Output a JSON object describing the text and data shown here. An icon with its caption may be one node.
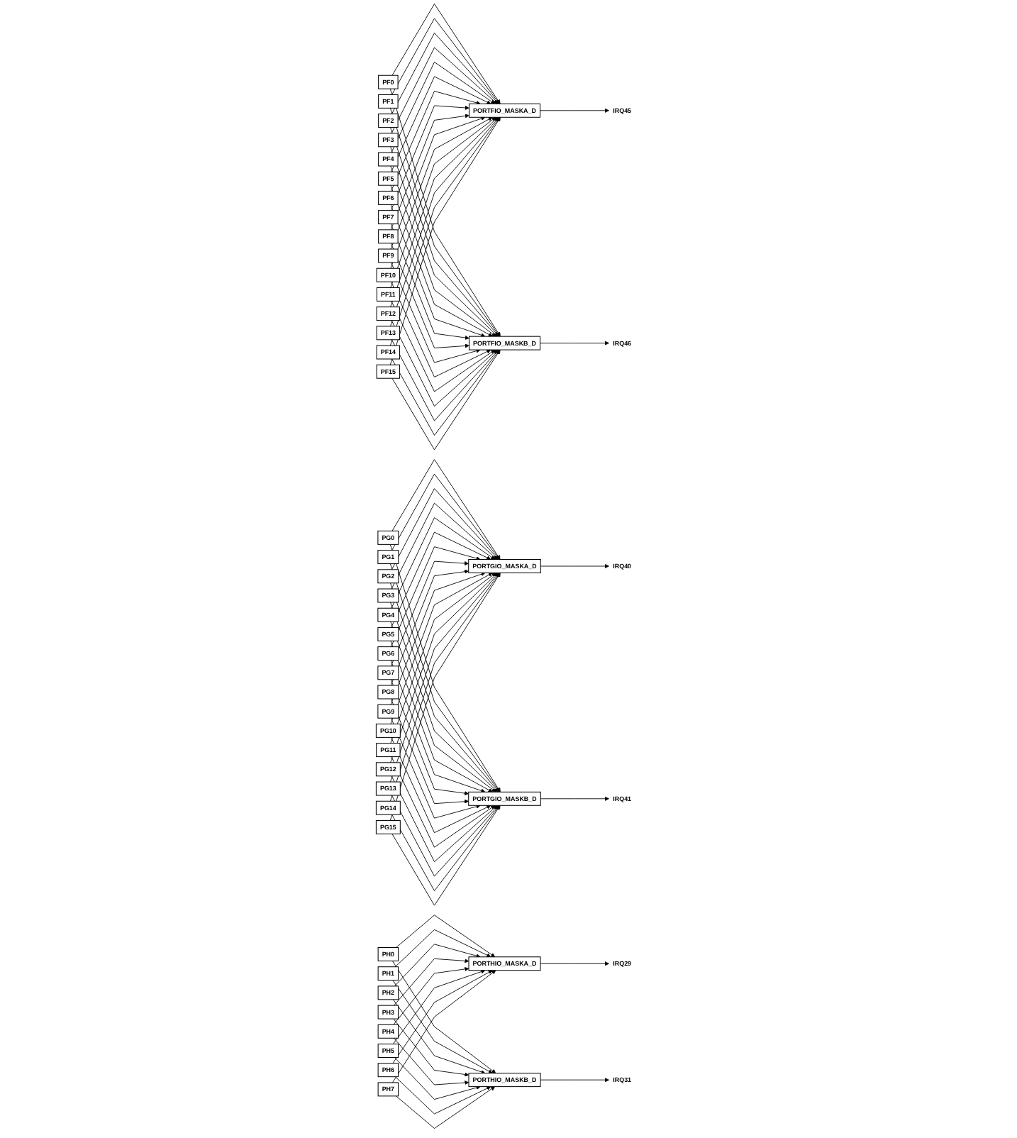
{
  "diagram": {
    "nodes": [
      {
        "text": [
          "PORTFIO_MASKA_D"
        ]
      },
      {
        "text": [
          "IRQ45"
        ]
      },
      {
        "text": [
          "PF0"
        ]
      },
      {
        "text": [
          "PF1"
        ]
      },
      {
        "text": [
          "PF2"
        ]
      },
      {
        "text": [
          "PF3"
        ]
      },
      {
        "text": [
          "PF4"
        ]
      },
      {
        "text": [
          "PF5"
        ]
      },
      {
        "text": [
          "PF6"
        ]
      },
      {
        "text": [
          "PF7"
        ]
      },
      {
        "text": [
          "PF8"
        ]
      },
      {
        "text": [
          "PF9"
        ]
      },
      {
        "text": [
          "PF10"
        ]
      },
      {
        "text": [
          "PF11"
        ]
      },
      {
        "text": [
          "PF12"
        ]
      },
      {
        "text": [
          "PF13"
        ]
      },
      {
        "text": [
          "PF14"
        ]
      },
      {
        "text": [
          "PF15"
        ]
      },
      {
        "text": [
          "PORTFIO_MASKB_D"
        ]
      },
      {
        "text": [
          "IRQ46"
        ]
      },
      {
        "text": [
          "PORTGIO_MASKA_D"
        ]
      },
      {
        "text": [
          "IRQ40"
        ]
      },
      {
        "text": [
          "PG0"
        ]
      },
      {
        "text": [
          "PG1"
        ]
      },
      {
        "text": [
          "PG2"
        ]
      },
      {
        "text": [
          "PG3"
        ]
      },
      {
        "text": [
          "PG4"
        ]
      },
      {
        "text": [
          "PG5"
        ]
      },
      {
        "text": [
          "PG6"
        ]
      },
      {
        "text": [
          "PG7"
        ]
      },
      {
        "text": [
          "PG8"
        ]
      },
      {
        "text": [
          "PG9"
        ]
      },
      {
        "text": [
          "PG10"
        ]
      },
      {
        "text": [
          "PG11"
        ]
      },
      {
        "text": [
          "PG12"
        ]
      },
      {
        "text": [
          "PG13"
        ]
      },
      {
        "text": [
          "PG14"
        ]
      },
      {
        "text": [
          "PG15"
        ]
      },
      {
        "text": [
          "PORTGIO_MASKB_D"
        ]
      },
      {
        "text": [
          "IRQ41"
        ]
      },
      {
        "text": [
          "PORTHIO_MASKA_D"
        ]
      },
      {
        "text": [
          "IRQ29"
        ]
      },
      {
        "text": [
          "PH0"
        ]
      },
      {
        "text": [
          "PH1"
        ]
      },
      {
        "text": [
          "PH2"
        ]
      },
      {
        "text": [
          "PH3"
        ]
      },
      {
        "text": [
          "PH4"
        ]
      },
      {
        "text": [
          "PH5"
        ]
      },
      {
        "text": [
          "PH6"
        ]
      },
      {
        "text": [
          "PH7"
        ]
      },
      {
        "text": [
          "PORTHIO_MASKB_D"
        ]
      },
      {
        "text": [
          "IRQ31"
        ]
      }
    ],
    "edges": [
      {
        "from": 0,
        "to": 1,
        "arrow": "to"
      },
      {
        "from": 2,
        "to": 0,
        "arrow": "to"
      },
      {
        "from": 2,
        "to": 18,
        "arrow": "to"
      },
      {
        "from": 3,
        "to": 0,
        "arrow": "to"
      },
      {
        "from": 3,
        "to": 18,
        "arrow": "to"
      },
      {
        "from": 4,
        "to": 0,
        "arrow": "to"
      },
      {
        "from": 4,
        "to": 18,
        "arrow": "to"
      },
      {
        "from": 5,
        "to": 0,
        "arrow": "to"
      },
      {
        "from": 5,
        "to": 18,
        "arrow": "to"
      },
      {
        "from": 6,
        "to": 0,
        "arrow": "to"
      },
      {
        "from": 6,
        "to": 18,
        "arrow": "to"
      },
      {
        "from": 7,
        "to": 0,
        "arrow": "to"
      },
      {
        "from": 7,
        "to": 18,
        "arrow": "to"
      },
      {
        "from": 8,
        "to": 0,
        "arrow": "to"
      },
      {
        "from": 8,
        "to": 18,
        "arrow": "to"
      },
      {
        "from": 9,
        "to": 0,
        "arrow": "to"
      },
      {
        "from": 9,
        "to": 18,
        "arrow": "to"
      },
      {
        "from": 10,
        "to": 0,
        "arrow": "to"
      },
      {
        "from": 10,
        "to": 18,
        "arrow": "to"
      },
      {
        "from": 11,
        "to": 0,
        "arrow": "to"
      },
      {
        "from": 11,
        "to": 18,
        "arrow": "to"
      },
      {
        "from": 12,
        "to": 0,
        "arrow": "to"
      },
      {
        "from": 12,
        "to": 18,
        "arrow": "to"
      },
      {
        "from": 13,
        "to": 0,
        "arrow": "to"
      },
      {
        "from": 13,
        "to": 18,
        "arrow": "to"
      },
      {
        "from": 14,
        "to": 0,
        "arrow": "to"
      },
      {
        "from": 14,
        "to": 18,
        "arrow": "to"
      },
      {
        "from": 15,
        "to": 0,
        "arrow": "to"
      },
      {
        "from": 15,
        "to": 18,
        "arrow": "to"
      },
      {
        "from": 16,
        "to": 0,
        "arrow": "to"
      },
      {
        "from": 16,
        "to": 18,
        "arrow": "to"
      },
      {
        "from": 17,
        "to": 0,
        "arrow": "to"
      },
      {
        "from": 17,
        "to": 18,
        "arrow": "to"
      },
      {
        "from": 18,
        "to": 19,
        "arrow": "to"
      },
      {
        "from": 20,
        "to": 21,
        "arrow": "to"
      },
      {
        "from": 22,
        "to": 20,
        "arrow": "to"
      },
      {
        "from": 22,
        "to": 38,
        "arrow": "to"
      },
      {
        "from": 23,
        "to": 20,
        "arrow": "to"
      },
      {
        "from": 23,
        "to": 38,
        "arrow": "to"
      },
      {
        "from": 24,
        "to": 20,
        "arrow": "to"
      },
      {
        "from": 24,
        "to": 38,
        "arrow": "to"
      },
      {
        "from": 25,
        "to": 20,
        "arrow": "to"
      },
      {
        "from": 25,
        "to": 38,
        "arrow": "to"
      },
      {
        "from": 26,
        "to": 20,
        "arrow": "to"
      },
      {
        "from": 26,
        "to": 38,
        "arrow": "to"
      },
      {
        "from": 27,
        "to": 20,
        "arrow": "to"
      },
      {
        "from": 27,
        "to": 38,
        "arrow": "to"
      },
      {
        "from": 28,
        "to": 20,
        "arrow": "to"
      },
      {
        "from": 28,
        "to": 38,
        "arrow": "to"
      },
      {
        "from": 29,
        "to": 20,
        "arrow": "to"
      },
      {
        "from": 29,
        "to": 38,
        "arrow": "to"
      },
      {
        "from": 30,
        "to": 20,
        "arrow": "to"
      },
      {
        "from": 30,
        "to": 38,
        "arrow": "to"
      },
      {
        "from": 31,
        "to": 20,
        "arrow": "to"
      },
      {
        "from": 31,
        "to": 38,
        "arrow": "to"
      },
      {
        "from": 32,
        "to": 20,
        "arrow": "to"
      },
      {
        "from": 32,
        "to": 38,
        "arrow": "to"
      },
      {
        "from": 33,
        "to": 20,
        "arrow": "to"
      },
      {
        "from": 33,
        "to": 38,
        "arrow": "to"
      },
      {
        "from": 34,
        "to": 20,
        "arrow": "to"
      },
      {
        "from": 34,
        "to": 38,
        "arrow": "to"
      },
      {
        "from": 35,
        "to": 20,
        "arrow": "to"
      },
      {
        "from": 35,
        "to": 38,
        "arrow": "to"
      },
      {
        "from": 36,
        "to": 20,
        "arrow": "to"
      },
      {
        "from": 36,
        "to": 38,
        "arrow": "to"
      },
      {
        "from": 37,
        "to": 20,
        "arrow": "to"
      },
      {
        "from": 37,
        "to": 38,
        "arrow": "to"
      },
      {
        "from": 38,
        "to": 39,
        "arrow": "to"
      },
      {
        "from": 40,
        "to": 41,
        "arrow": "to"
      },
      {
        "from": 42,
        "to": 40,
        "arrow": "to"
      },
      {
        "from": 42,
        "to": 50,
        "arrow": "to"
      },
      {
        "from": 43,
        "to": 40,
        "arrow": "to"
      },
      {
        "from": 43,
        "to": 50,
        "arrow": "to"
      },
      {
        "from": 44,
        "to": 40,
        "arrow": "to"
      },
      {
        "from": 44,
        "to": 50,
        "arrow": "to"
      },
      {
        "from": 45,
        "to": 40,
        "arrow": "to"
      },
      {
        "from": 45,
        "to": 50,
        "arrow": "to"
      },
      {
        "from": 46,
        "to": 40,
        "arrow": "to"
      },
      {
        "from": 46,
        "to": 50,
        "arrow": "to"
      },
      {
        "from": 47,
        "to": 40,
        "arrow": "to"
      },
      {
        "from": 47,
        "to": 50,
        "arrow": "to"
      },
      {
        "from": 48,
        "to": 40,
        "arrow": "to"
      },
      {
        "from": 48,
        "to": 50,
        "arrow": "to"
      },
      {
        "from": 49,
        "to": 40,
        "arrow": "to"
      },
      {
        "from": 49,
        "to": 50,
        "arrow": "to"
      },
      {
        "from": 50,
        "to": 51,
        "arrow": "to"
      }
    ]
  }
}
